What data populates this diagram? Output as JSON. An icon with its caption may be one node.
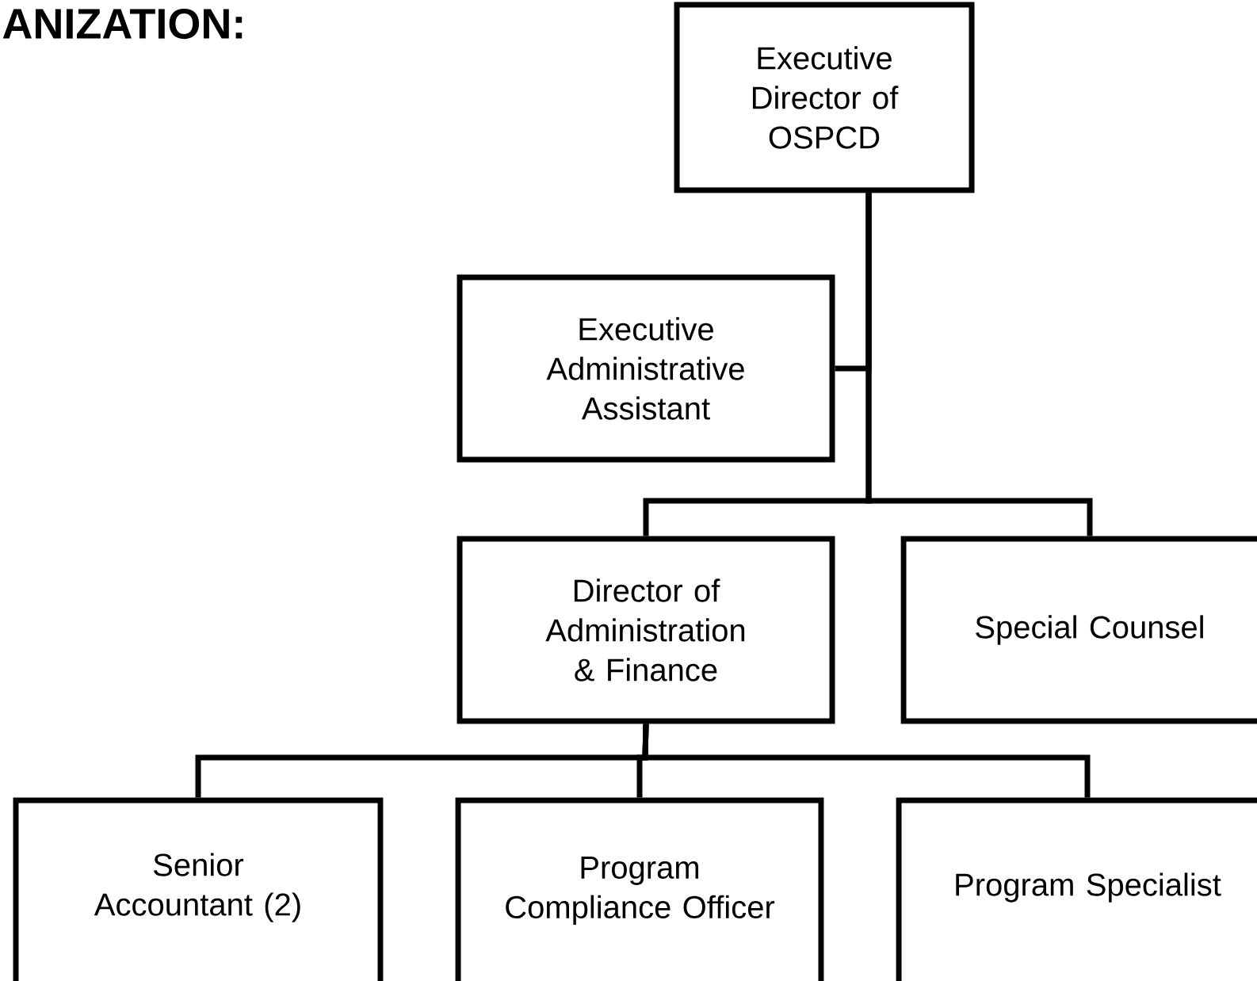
{
  "diagram": {
    "title": "ANIZATION:",
    "nodes": [
      {
        "text": [
          "Executive Director of OSPCD"
        ]
      },
      {
        "text": [
          "Executive Administrative Assistant"
        ]
      },
      {
        "text": [
          "Director of Administration & Finance"
        ]
      },
      {
        "text": [
          "Special Counsel"
        ]
      },
      {
        "text": [
          "Senior Accountant (2)"
        ]
      },
      {
        "text": [
          "Program Compliance Officer"
        ]
      },
      {
        "text": [
          "Program Specialist"
        ]
      }
    ],
    "edges": [
      {
        "from": 0,
        "to": 1,
        "arrow": "none"
      },
      {
        "from": 0,
        "to": 2,
        "arrow": "none"
      },
      {
        "from": 0,
        "to": 3,
        "arrow": "none"
      },
      {
        "from": 2,
        "to": 4,
        "arrow": "none"
      },
      {
        "from": 2,
        "to": 5,
        "arrow": "none"
      },
      {
        "from": 2,
        "to": 6,
        "arrow": "none"
      }
    ]
  }
}
